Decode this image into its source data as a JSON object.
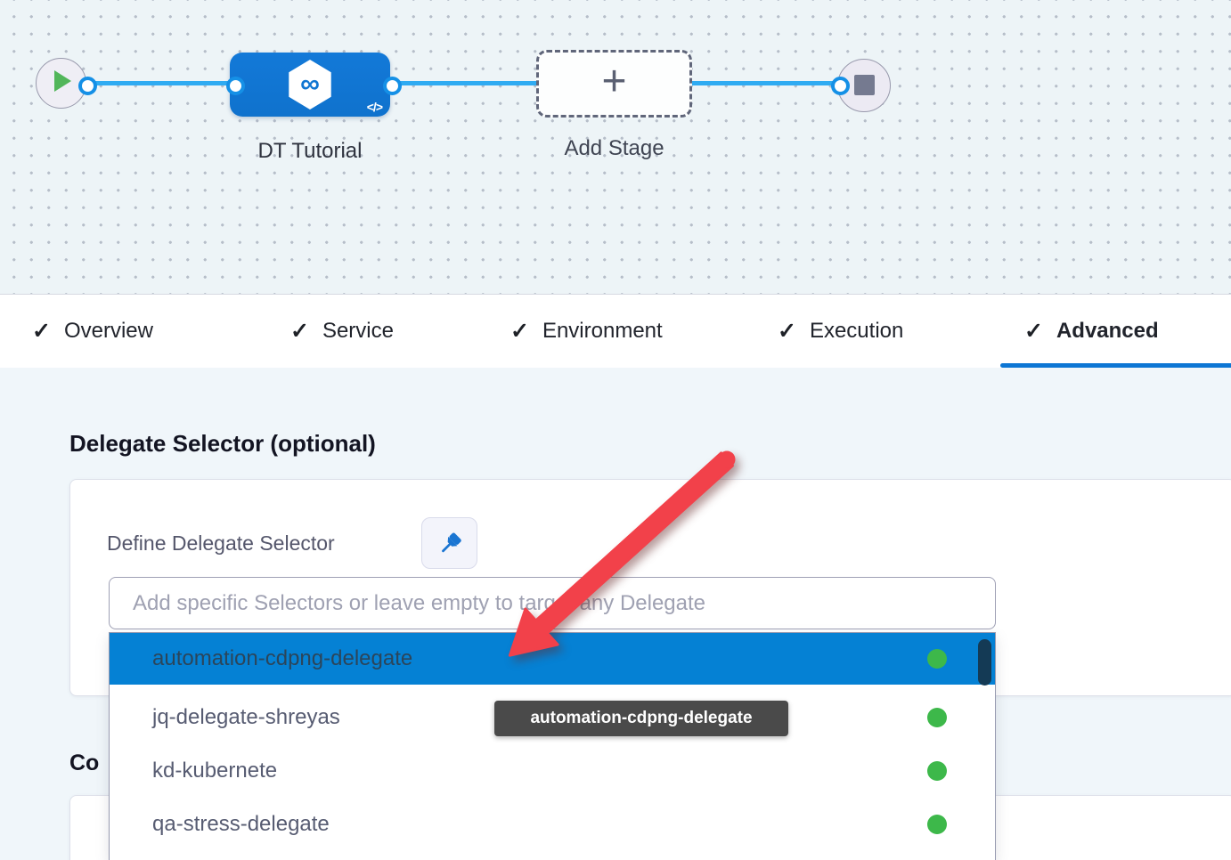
{
  "pipeline_canvas": {
    "stage": {
      "label": "DT Tutorial",
      "icon_glyph": "∞",
      "code_icon_glyph": "</>"
    },
    "add_stage": {
      "label": "Add Stage",
      "plus_glyph": "+"
    }
  },
  "tabbar": {
    "check_glyph": "✓",
    "tabs": [
      {
        "label": "Overview"
      },
      {
        "label": "Service"
      },
      {
        "label": "Environment"
      },
      {
        "label": "Execution"
      },
      {
        "label": "Advanced",
        "active": true
      }
    ]
  },
  "delegate_selector": {
    "heading": "Delegate Selector (optional)",
    "define_label": "Define Delegate Selector",
    "input_placeholder": "Add specific Selectors or leave empty to target any Delegate",
    "input_value": "",
    "dropdown_items": [
      {
        "name": "automation-cdpng-delegate",
        "status": "connected",
        "selected": true
      },
      {
        "name": "jq-delegate-shreyas",
        "status": "connected"
      },
      {
        "name": "kd-kubernete",
        "status": "connected"
      },
      {
        "name": "qa-stress-delegate",
        "status": "connected"
      }
    ],
    "tooltip": "automation-cdpng-delegate"
  },
  "next_section_heading_visible": "Co",
  "colors": {
    "primary_blue": "#0d76d4",
    "stage_blue": "#1076d2",
    "selected_row_blue": "#0581d4",
    "connector_blue": "#2fabf2",
    "status_green": "#3db84a",
    "play_green": "#52b65a",
    "annotation_arrow_red": "#f2414a",
    "tooltip_bg": "#4a4a4a",
    "scrollbar_thumb": "#143a55"
  }
}
